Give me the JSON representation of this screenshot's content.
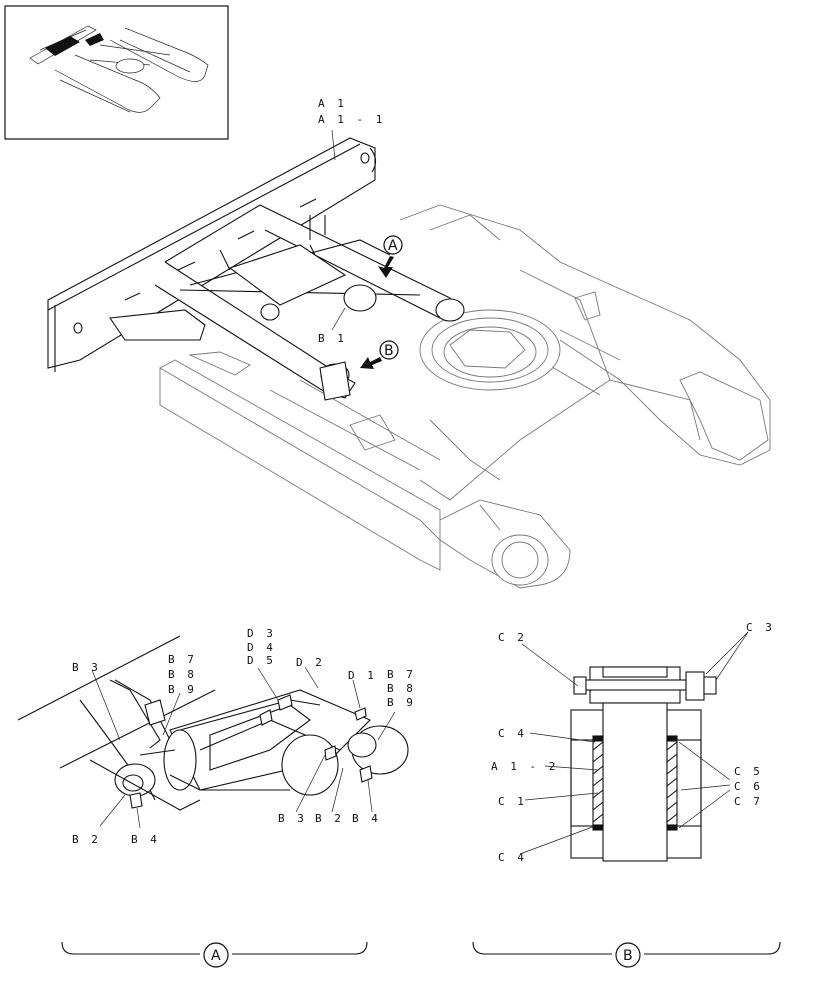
{
  "main_callouts": {
    "a1": "A 1",
    "a1_1": "A 1 - 1",
    "b1": "B 1",
    "circle_a": "A",
    "circle_b": "B"
  },
  "detail_a": {
    "b3_left": "B 3",
    "b7": "B 7",
    "b8": "B 8",
    "b9": "B 9",
    "d3": "D 3",
    "d4": "D 4",
    "d5": "D 5",
    "d2": "D 2",
    "d1": "D 1",
    "b7_right": "B 7",
    "b8_right": "B 8",
    "b9_right": "B 9",
    "b2_left": "B 2",
    "b4_left": "B 4",
    "b3_right": "B 3",
    "b2_right": "B 2",
    "b4_right": "B 4",
    "caption": "A"
  },
  "detail_b": {
    "c2": "C 2",
    "c3": "C 3",
    "c4_top": "C 4",
    "a1_2": "A 1 - 2",
    "c1": "C 1",
    "c4_bottom": "C 4",
    "c5": "C 5",
    "c6": "C 6",
    "c7": "C 7",
    "caption": "B"
  }
}
